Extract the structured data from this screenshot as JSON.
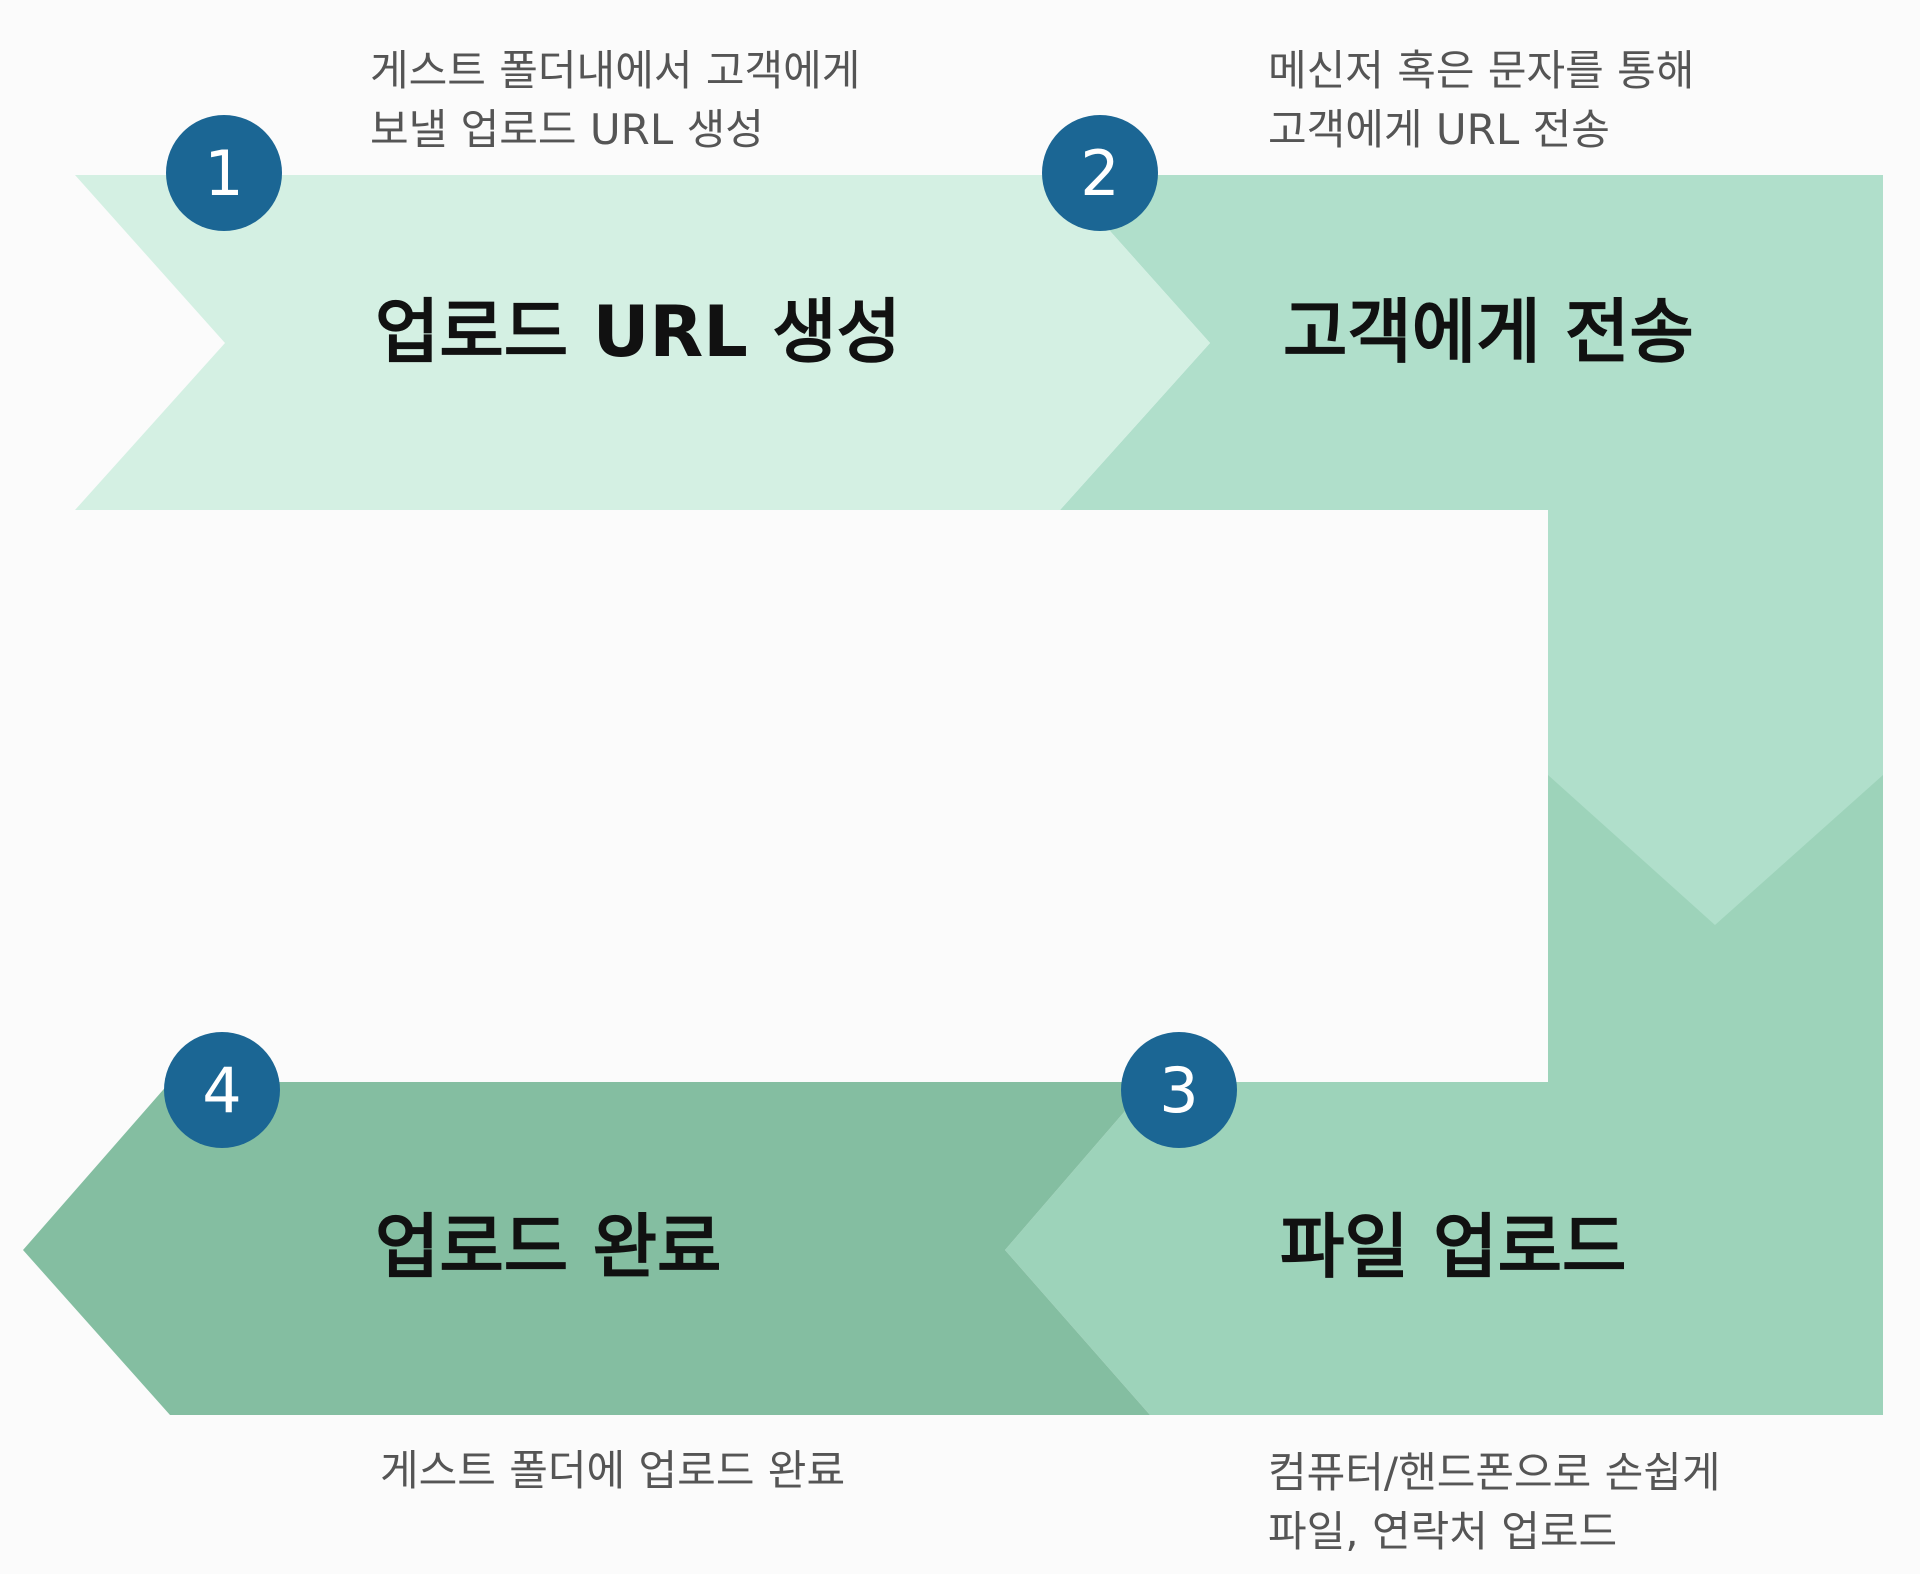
{
  "colors": {
    "step1": "#d4f0e3",
    "step2": "#b0dfcb",
    "step3": "#9dd3ba",
    "step4": "#84bea1",
    "badge": "#1b6694"
  },
  "steps": [
    {
      "number": "1",
      "title": "업로드 URL 생성",
      "desc": [
        "게스트 폴더내에서 고객에게",
        "보낼 업로드 URL 생성"
      ]
    },
    {
      "number": "2",
      "title": "고객에게 전송",
      "desc": [
        "메신저 혹은 문자를 통해",
        "고객에게 URL 전송"
      ]
    },
    {
      "number": "3",
      "title": "파일 업로드",
      "desc": [
        "컴퓨터/핸드폰으로 손쉽게",
        "파일, 연락처 업로드"
      ]
    },
    {
      "number": "4",
      "title": "업로드 완료",
      "desc": [
        "게스트 폴더에 업로드 완료"
      ]
    }
  ]
}
